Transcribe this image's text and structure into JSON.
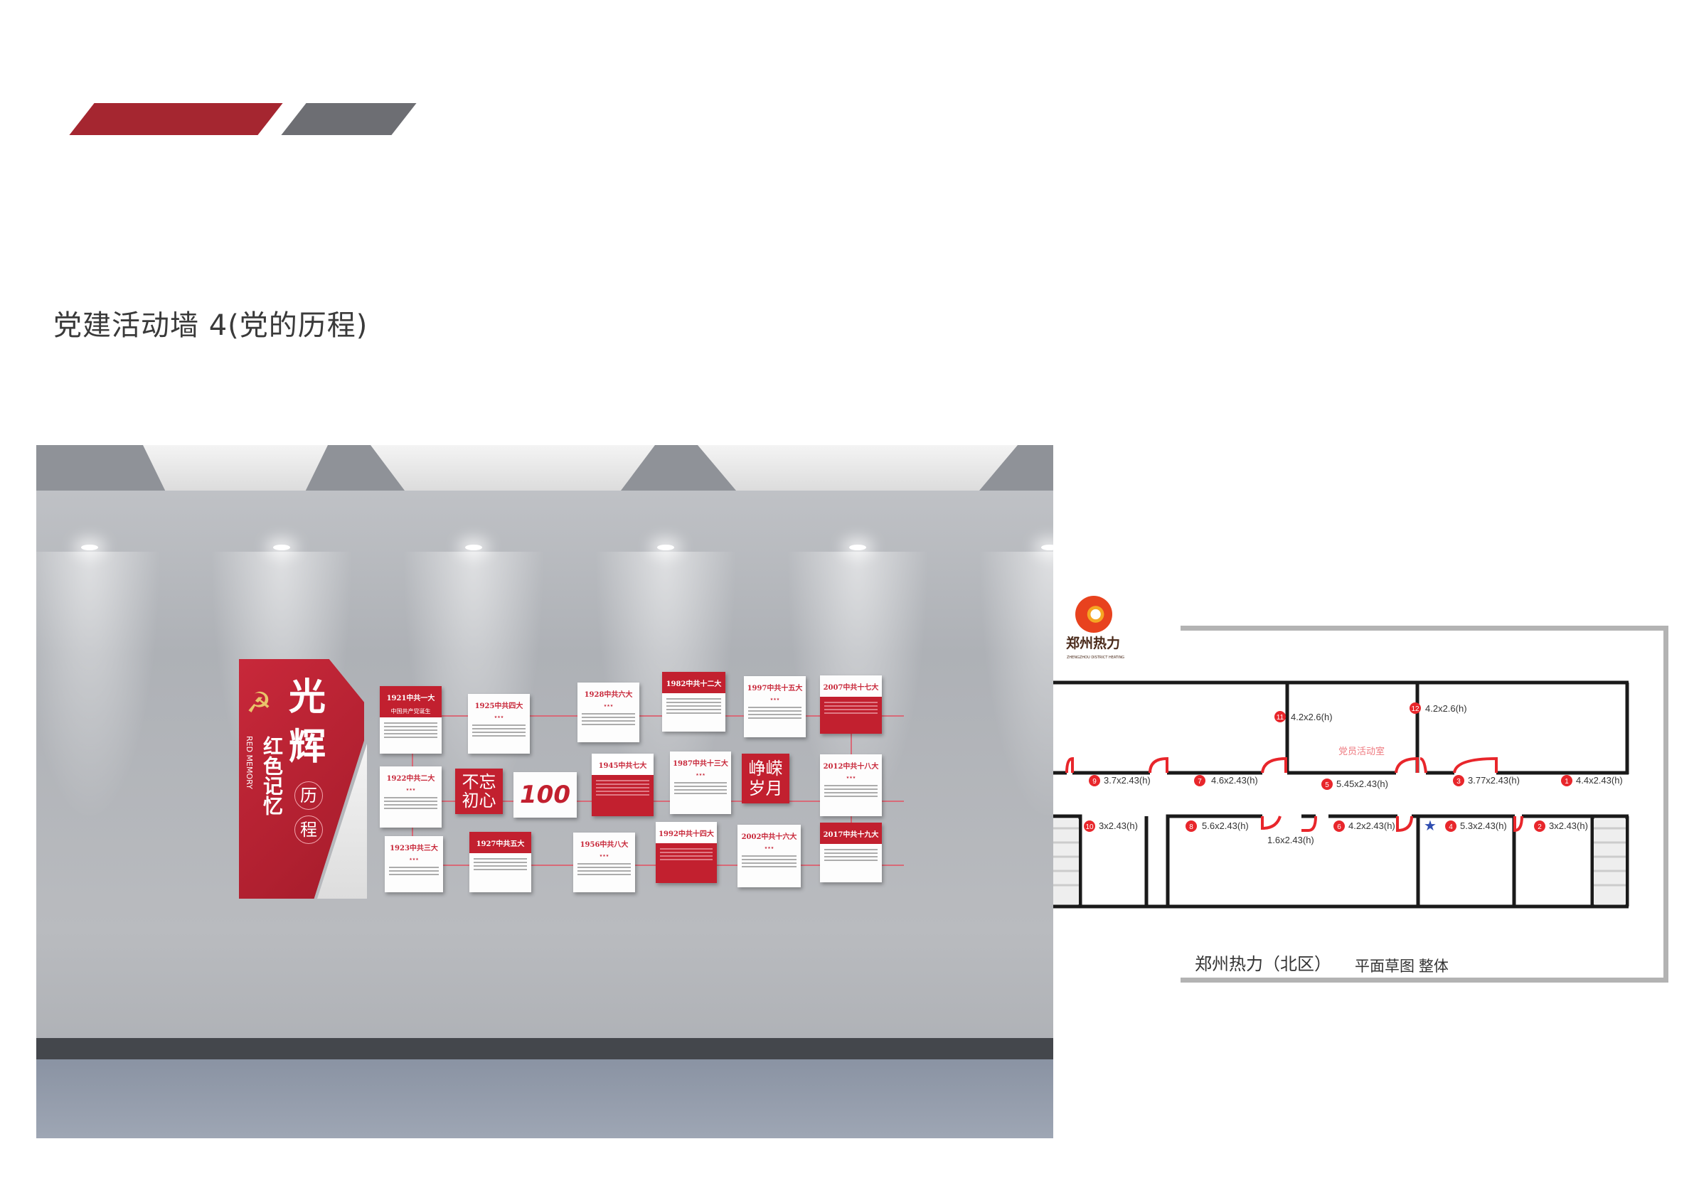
{
  "page_title": "党建活动墙 4(党的历程)",
  "wall": {
    "main_title_1": "光",
    "main_title_2": "辉",
    "sub_1": "历",
    "sub_2": "程",
    "vertical_cn": "红色记忆",
    "vertical_en": "RED MEMORY",
    "cards": [
      {
        "title": "1921中共一大",
        "subtitle": "中国共产党诞生"
      },
      {
        "title": "1925中共四大"
      },
      {
        "title": "1928中共六大"
      },
      {
        "title": "1982中共十二大"
      },
      {
        "title": "1997中共十五大"
      },
      {
        "title": "2007中共十七大"
      },
      {
        "title": "1922中共二大"
      },
      {
        "title": "1945中共七大"
      },
      {
        "title": "1987中共十三大"
      },
      {
        "title": "2012中共十八大"
      },
      {
        "title": "1923中共三大"
      },
      {
        "title": "1927中共五大"
      },
      {
        "title": "1956中共八大"
      },
      {
        "title": "1992中共十四大"
      },
      {
        "title": "2002中共十六大"
      },
      {
        "title": "2017中共十九大"
      }
    ],
    "slogan_1": "不忘初心",
    "slogan_100": "100",
    "slogan_2": "峥嵘岁月"
  },
  "floorplan": {
    "logo_cn": "郑州热力",
    "logo_en": "ZHENGZHOU DISTRICT HEATING",
    "room_label": "党员活动室",
    "markers": [
      {
        "n": "11",
        "dim": "4.2x2.6(h)"
      },
      {
        "n": "12",
        "dim": "4.2x2.6(h)"
      },
      {
        "n": "9",
        "dim": "3.7x2.43(h)"
      },
      {
        "n": "7",
        "dim": "4.6x2.43(h)"
      },
      {
        "n": "5",
        "dim": "5.45x2.43(h)"
      },
      {
        "n": "3",
        "dim": "3.77x2.43(h)"
      },
      {
        "n": "1",
        "dim": "4.4x2.43(h)"
      },
      {
        "n": "10",
        "dim": "3x2.43(h)"
      },
      {
        "n": "8",
        "dim": "5.6x2.43(h)"
      },
      {
        "n": "6",
        "dim": "4.2x2.43(h)"
      },
      {
        "n": "4",
        "dim": "5.3x2.43(h)"
      },
      {
        "n": "2",
        "dim": "3x2.43(h)"
      }
    ],
    "extra_dim": "1.6x2.43(h)",
    "caption_1": "郑州热力（北区）",
    "caption_2": "平面草图 整体",
    "colors": {
      "marker": "#e8262b",
      "star": "#2f4db0",
      "wall": "#1a1a1a"
    }
  }
}
